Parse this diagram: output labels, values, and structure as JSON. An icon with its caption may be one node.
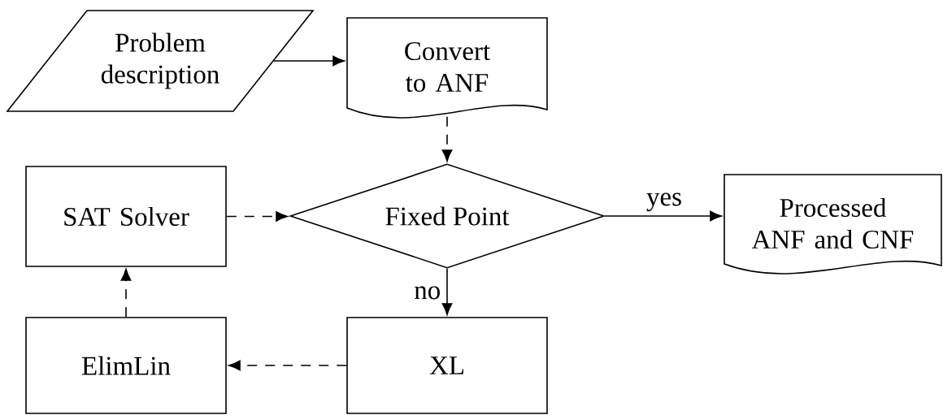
{
  "diagram": {
    "nodes": [
      {
        "text": [
          "Problem description"
        ]
      },
      {
        "text": [
          "Convert to ANF"
        ]
      },
      {
        "text": [
          "Fixed Point"
        ]
      },
      {
        "text": [
          "SAT Solver"
        ]
      },
      {
        "text": [
          "Processed ANF and CNF"
        ]
      },
      {
        "text": [
          "XL"
        ]
      },
      {
        "text": [
          "ElimLin"
        ]
      }
    ],
    "edges": [
      {
        "from": 0,
        "to": 1,
        "arrow": "to"
      },
      {
        "from": 1,
        "to": 2,
        "arrow": "to",
        "style": "dashed"
      },
      {
        "from": 3,
        "to": 2,
        "arrow": "to",
        "style": "dashed"
      },
      {
        "from": 2,
        "to": 4,
        "arrow": "to",
        "label": "yes"
      },
      {
        "from": 2,
        "to": 5,
        "arrow": "to",
        "label": "no"
      },
      {
        "from": 5,
        "to": 6,
        "arrow": "to",
        "style": "dashed"
      },
      {
        "from": 6,
        "to": 3,
        "arrow": "to",
        "style": "dashed"
      }
    ]
  }
}
